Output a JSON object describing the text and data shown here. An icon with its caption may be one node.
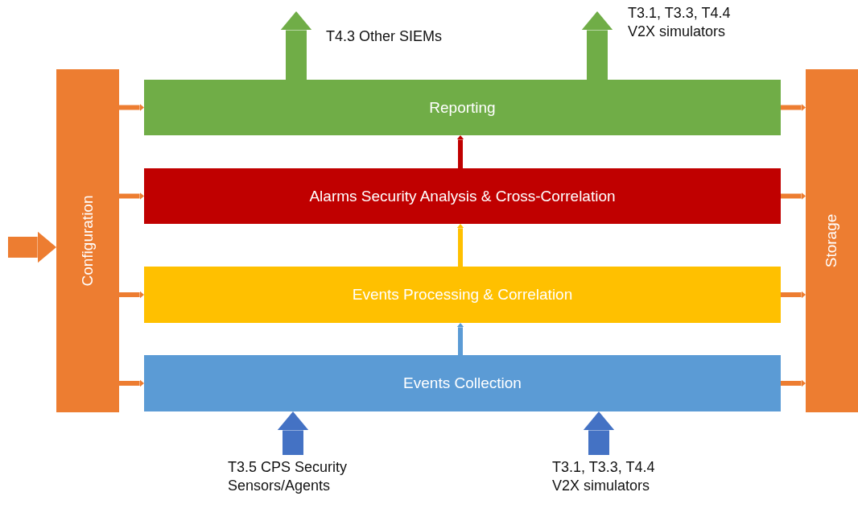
{
  "diagram": {
    "nodes": [
      {
        "text": [
          "Configuration"
        ]
      },
      {
        "text": [
          "Storage"
        ]
      },
      {
        "text": [
          "Reporting"
        ]
      },
      {
        "text": [
          "Alarms Security Analysis & Cross-Correlation"
        ]
      },
      {
        "text": [
          "Events Processing & Correlation"
        ]
      },
      {
        "text": [
          "Events Collection"
        ]
      },
      {
        "text": [
          "T4.3 Other SIEMs"
        ]
      },
      {
        "text": [
          "T3.1, T3.3, T4.4 V2X simulators"
        ]
      },
      {
        "text": [
          "T3.5 CPS Security Sensors/Agents"
        ]
      },
      {
        "text": [
          "T3.1, T3.3, T4.4 V2X simulators"
        ]
      }
    ],
    "edges": [
      {
        "from": null,
        "to": 0,
        "arrow": "to",
        "style": "thick"
      },
      {
        "from": 0,
        "to": 2,
        "arrow": "to"
      },
      {
        "from": 0,
        "to": 3,
        "arrow": "to"
      },
      {
        "from": 0,
        "to": 4,
        "arrow": "to"
      },
      {
        "from": 0,
        "to": 5,
        "arrow": "to"
      },
      {
        "from": 2,
        "to": 1,
        "arrow": "to"
      },
      {
        "from": 3,
        "to": 1,
        "arrow": "to"
      },
      {
        "from": 4,
        "to": 1,
        "arrow": "to"
      },
      {
        "from": 5,
        "to": 1,
        "arrow": "to"
      },
      {
        "from": 5,
        "to": 4,
        "arrow": "to",
        "color": "#5b9bd5"
      },
      {
        "from": 4,
        "to": 3,
        "arrow": "to",
        "color": "#ffc000"
      },
      {
        "from": 3,
        "to": 2,
        "arrow": "to",
        "color": "#c00000"
      },
      {
        "from": 2,
        "to": 6,
        "arrow": "to",
        "style": "thick",
        "color": "#70ad47"
      },
      {
        "from": 2,
        "to": 7,
        "arrow": "to",
        "style": "thick",
        "color": "#70ad47"
      },
      {
        "from": 8,
        "to": 5,
        "arrow": "to",
        "style": "thick",
        "color": "#4472c4"
      },
      {
        "from": 9,
        "to": 5,
        "arrow": "to",
        "style": "thick",
        "color": "#4472c4"
      }
    ]
  }
}
